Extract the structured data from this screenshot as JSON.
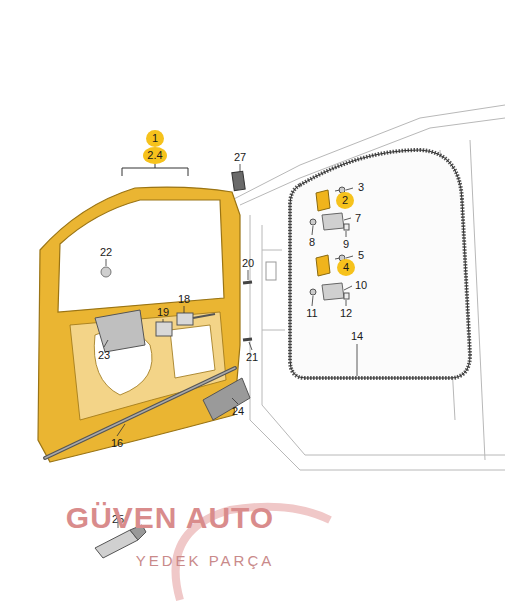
{
  "diagram": {
    "nodes": [
      {
        "text": [
          "1"
        ]
      },
      {
        "text": [
          "2.4"
        ]
      },
      {
        "text": [
          "2"
        ]
      },
      {
        "text": [
          "4"
        ]
      }
    ],
    "labels": [
      "27",
      "3",
      "7",
      "8",
      "9",
      "5",
      "10",
      "11",
      "12",
      "14",
      "22",
      "20",
      "18",
      "19",
      "23",
      "21",
      "24",
      "16",
      "25",
      "GÜVEN AUTO",
      "YEDEK PARÇA"
    ]
  }
}
